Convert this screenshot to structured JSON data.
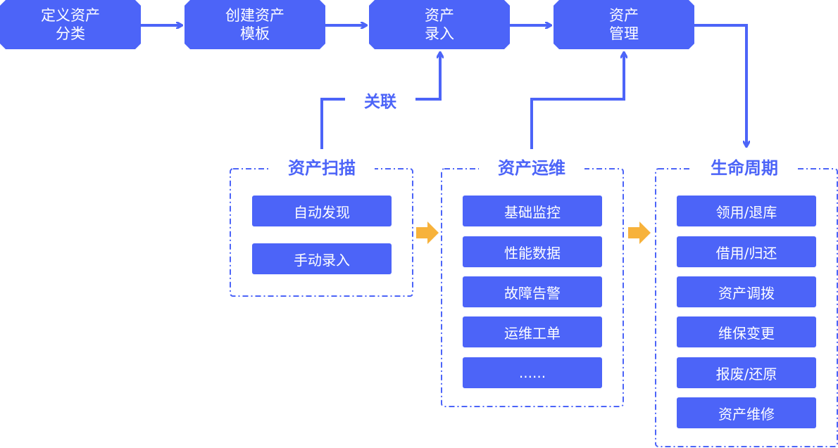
{
  "flow_steps": [
    {
      "line1": "定义资产",
      "line2": "分类"
    },
    {
      "line1": "创建资产",
      "line2": "模板"
    },
    {
      "line1": "资产",
      "line2": "录入"
    },
    {
      "line1": "资产",
      "line2": "管理"
    }
  ],
  "link_label": "关联",
  "groups": [
    {
      "title": "资产扫描",
      "items": [
        "自动发现",
        "手动录入"
      ]
    },
    {
      "title": "资产运维",
      "items": [
        "基础监控",
        "性能数据",
        "故障告警",
        "运维工单",
        "......"
      ]
    },
    {
      "title": "生命周期",
      "items": [
        "领用/退库",
        "借用/归还",
        "资产调拨",
        "维保变更",
        "报废/还原",
        "资产维修"
      ]
    }
  ],
  "colors": {
    "primary": "#4c64f8",
    "accent_arrow": "#f7b23b",
    "background": "#ffffff"
  }
}
